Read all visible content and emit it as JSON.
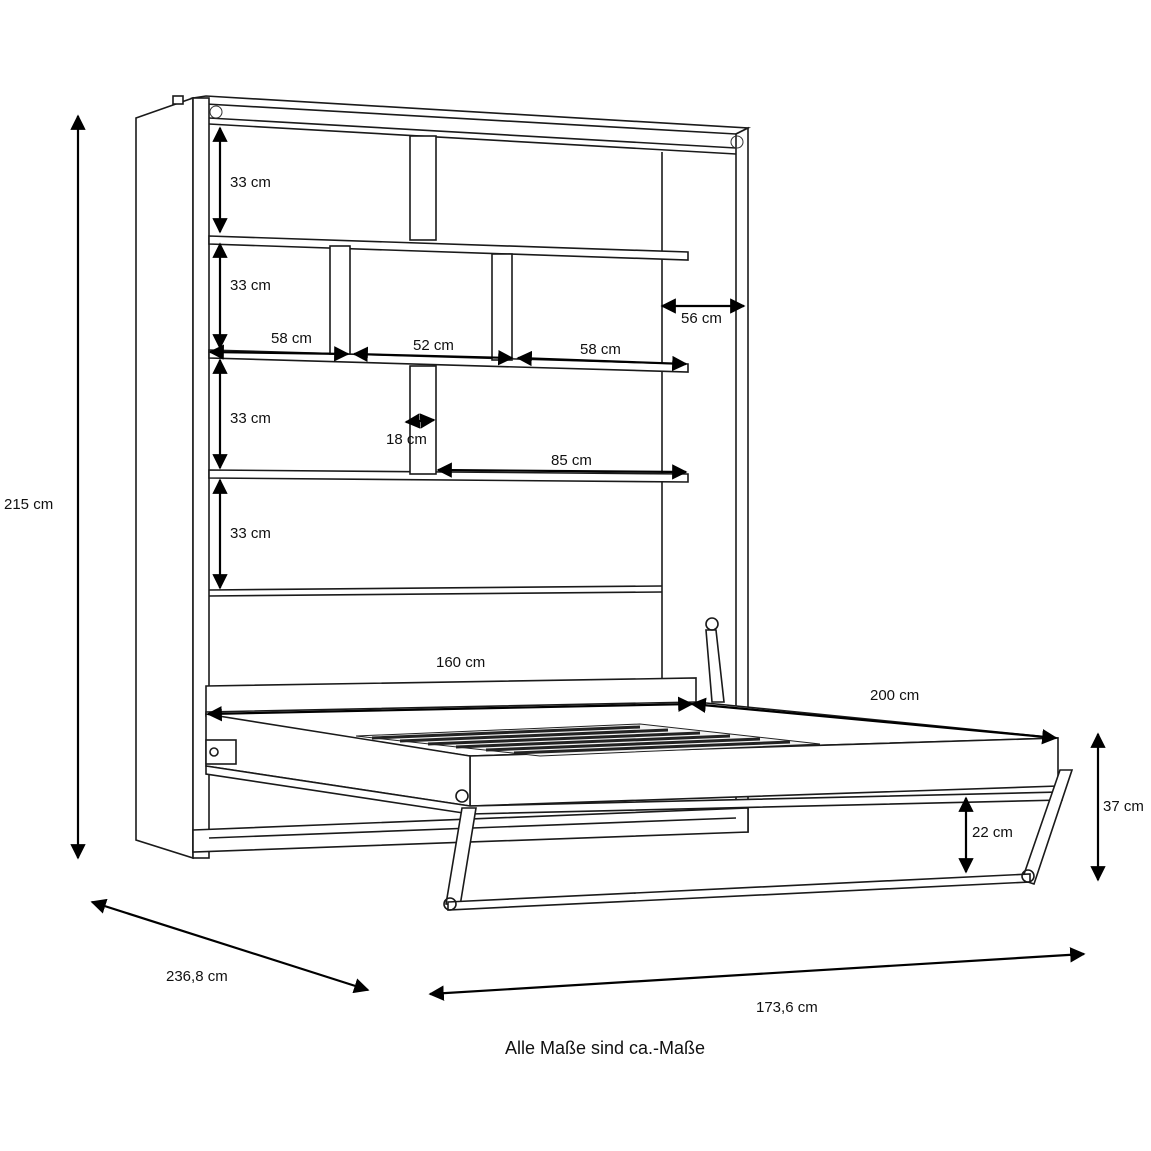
{
  "dimensions": {
    "overall_height": "215 cm",
    "depth_diagonal": "236,8 cm",
    "front_width": "173,6 cm",
    "compartment_height_1": "33 cm",
    "compartment_height_2": "33 cm",
    "compartment_height_3": "33 cm",
    "compartment_height_4": "33 cm",
    "shelf_width_left": "58 cm",
    "shelf_width_middle": "52 cm",
    "shelf_width_right": "58 cm",
    "side_depth": "56 cm",
    "divider_width": "18 cm",
    "lower_shelf_width": "85 cm",
    "bed_width": "160 cm",
    "bed_length": "200 cm",
    "bed_height": "37 cm",
    "clearance_height": "22 cm"
  },
  "footnote": "Alle Maße sind ca.-Maße"
}
